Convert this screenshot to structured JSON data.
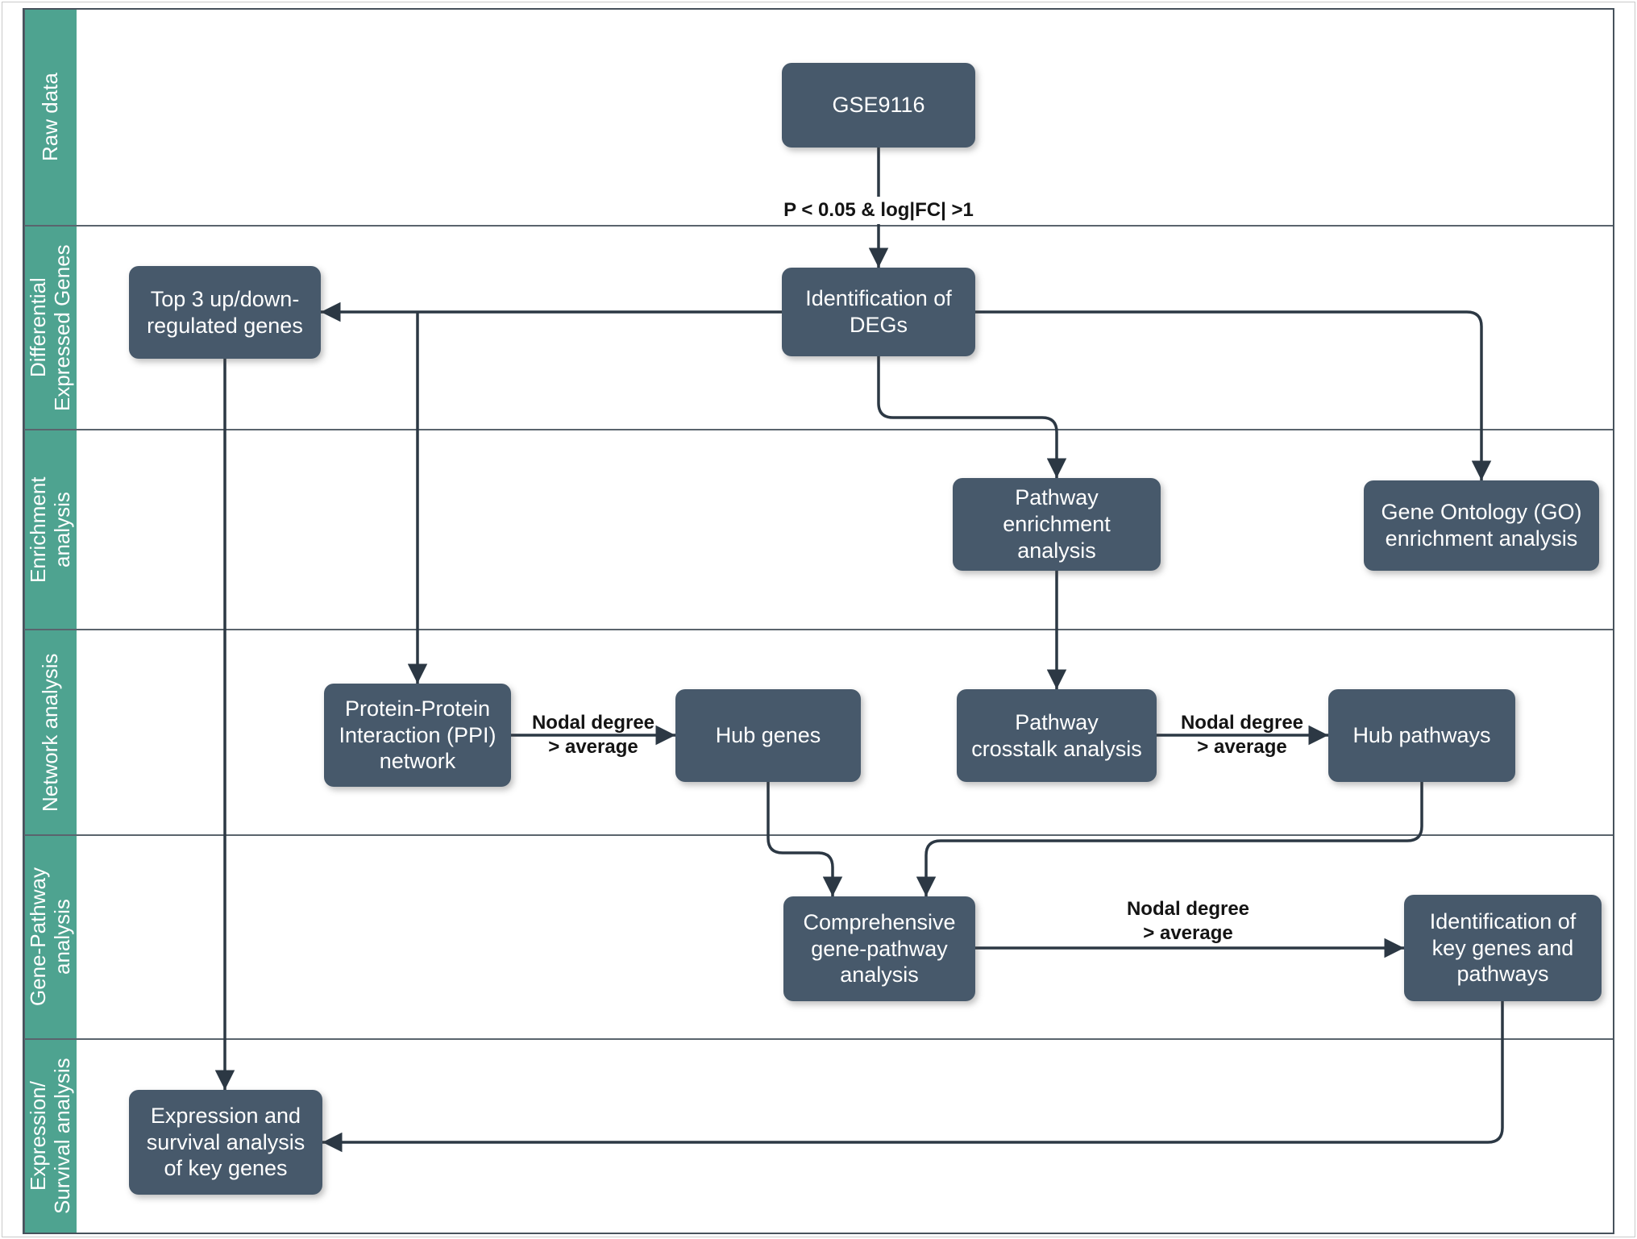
{
  "diagram": {
    "lanes": [
      {
        "label": "Raw data"
      },
      {
        "label": "Differential\nExpressed Genes"
      },
      {
        "label": "Enrichment\nanalysis"
      },
      {
        "label": "Network analysis"
      },
      {
        "label": "Gene-Pathway\nanalysis"
      },
      {
        "label": "Expression/\nSurvival analysis"
      }
    ],
    "nodes": {
      "gse9116": {
        "label": "GSE9116"
      },
      "deg": {
        "label": "Identification of\nDEGs"
      },
      "top3": {
        "label": "Top 3 up/down-\nregulated genes"
      },
      "pathway_enrichment": {
        "label": "Pathway enrichment\nanalysis"
      },
      "go_enrichment": {
        "label": "Gene Ontology (GO)\nenrichment analysis"
      },
      "ppi": {
        "label": "Protein-Protein\nInteraction (PPI)\nnetwork"
      },
      "hub_genes": {
        "label": "Hub genes"
      },
      "crosstalk": {
        "label": "Pathway\ncrosstalk analysis"
      },
      "hub_pathways": {
        "label": "Hub pathways"
      },
      "comprehensive": {
        "label": "Comprehensive\ngene-pathway\nanalysis"
      },
      "key_genes": {
        "label": "Identification of\nkey genes and\npathways"
      },
      "expression": {
        "label": "Expression and\nsurvival analysis\nof key genes"
      }
    },
    "edges": [
      {
        "from": "gse9116",
        "to": "deg",
        "label": "P < 0.05 & log|FC| >1"
      },
      {
        "from": "deg",
        "to": "top3"
      },
      {
        "from": "deg",
        "to": "ppi"
      },
      {
        "from": "deg",
        "to": "go_enrichment"
      },
      {
        "from": "deg",
        "to": "pathway_enrichment"
      },
      {
        "from": "pathway_enrichment",
        "to": "crosstalk"
      },
      {
        "from": "ppi",
        "to": "hub_genes",
        "label": "Nodal degree\n> average"
      },
      {
        "from": "crosstalk",
        "to": "hub_pathways",
        "label": "Nodal degree\n> average"
      },
      {
        "from": "hub_genes",
        "to": "comprehensive"
      },
      {
        "from": "hub_pathways",
        "to": "comprehensive"
      },
      {
        "from": "comprehensive",
        "to": "key_genes",
        "label": "Nodal degree\n> average"
      },
      {
        "from": "top3",
        "to": "expression"
      },
      {
        "from": "key_genes",
        "to": "expression"
      }
    ],
    "colors": {
      "lane": "#4ea390",
      "node": "#47596b",
      "arrow": "#2c3844"
    }
  }
}
